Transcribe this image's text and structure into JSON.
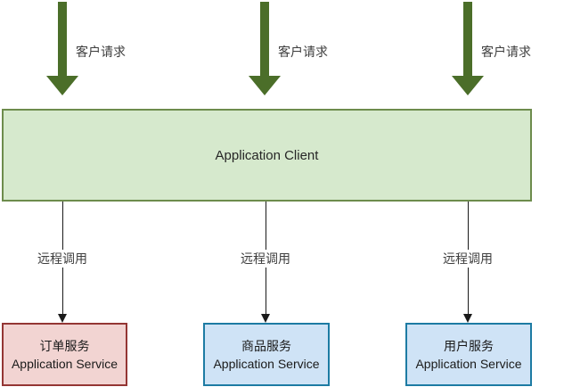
{
  "diagram": {
    "title": "microservice-call-architecture",
    "client_requests": [
      {
        "label": "客户请求"
      },
      {
        "label": "客户请求"
      },
      {
        "label": "客户请求"
      }
    ],
    "client_box": {
      "label": "Application Client"
    },
    "remote_calls": [
      {
        "label": "远程调用"
      },
      {
        "label": "远程调用"
      },
      {
        "label": "远程调用"
      }
    ],
    "services": [
      {
        "name": "订单服务",
        "type": "Application Service",
        "variant": "red"
      },
      {
        "name": "商品服务",
        "type": "Application Service",
        "variant": "blue"
      },
      {
        "name": "用户服务",
        "type": "Application Service",
        "variant": "blue"
      }
    ],
    "colors": {
      "request_arrow": "#4b6e29",
      "client_fill": "#d6e9cd",
      "client_border": "#6d8c4c",
      "service_order_fill": "#f2d4d2",
      "service_order_border": "#943634",
      "service_blue_fill": "#cfe3f6",
      "service_blue_border": "#1d7ba3",
      "connector": "#1a1a1a",
      "label_text": "#3d3d3d"
    }
  }
}
